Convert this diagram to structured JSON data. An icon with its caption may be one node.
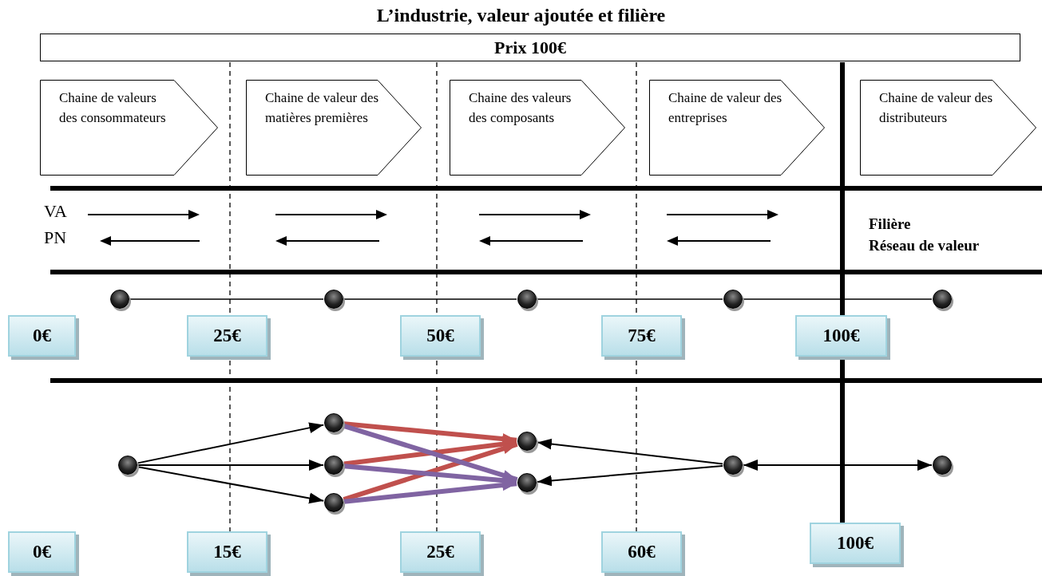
{
  "diagram": {
    "title": "L’industrie, valeur ajoutée et filière",
    "nodes": [
      {
        "text": [
          "Prix 100€"
        ]
      },
      {
        "text": [
          "Chaine de valeurs  des consommateurs"
        ]
      },
      {
        "text": [
          "Chaine de valeur des matières premières"
        ]
      },
      {
        "text": [
          "Chaine des valeurs des composants"
        ]
      },
      {
        "text": [
          "Chaine de valeur des entreprises"
        ]
      },
      {
        "text": [
          "Chaine de valeur des distributeurs"
        ]
      },
      {
        "text": [],
        "shape": "circle"
      },
      {
        "text": [],
        "shape": "circle"
      },
      {
        "text": [],
        "shape": "circle"
      },
      {
        "text": [],
        "shape": "circle"
      },
      {
        "text": [],
        "shape": "circle"
      },
      {
        "text": [
          "0€"
        ]
      },
      {
        "text": [
          "25€"
        ]
      },
      {
        "text": [
          "50€"
        ]
      },
      {
        "text": [
          "75€"
        ]
      },
      {
        "text": [
          "100€"
        ]
      },
      {
        "text": [],
        "shape": "circle"
      },
      {
        "text": [],
        "shape": "circle"
      },
      {
        "text": [],
        "shape": "circle"
      },
      {
        "text": [],
        "shape": "circle"
      },
      {
        "text": [],
        "shape": "circle"
      },
      {
        "text": [],
        "shape": "circle"
      },
      {
        "text": [],
        "shape": "circle"
      },
      {
        "text": [],
        "shape": "circle"
      },
      {
        "text": [
          "0€"
        ]
      },
      {
        "text": [
          "15€"
        ]
      },
      {
        "text": [
          "25€"
        ]
      },
      {
        "text": [
          "60€"
        ]
      },
      {
        "text": [
          "100€"
        ]
      }
    ],
    "edges": [
      {
        "from": 6,
        "to": 7,
        "arrow": "none"
      },
      {
        "from": 7,
        "to": 8,
        "arrow": "none"
      },
      {
        "from": 8,
        "to": 9,
        "arrow": "none"
      },
      {
        "from": 9,
        "to": 10,
        "arrow": "none"
      },
      {
        "from": 16,
        "to": 17,
        "arrow": "to"
      },
      {
        "from": 16,
        "to": 18,
        "arrow": "to"
      },
      {
        "from": 16,
        "to": 19,
        "arrow": "to"
      },
      {
        "from": 17,
        "to": 20,
        "arrow": "to",
        "style": "thick",
        "color": "#c0504d"
      },
      {
        "from": 18,
        "to": 20,
        "arrow": "to",
        "style": "thick",
        "color": "#c0504d"
      },
      {
        "from": 19,
        "to": 20,
        "arrow": "to",
        "style": "thick",
        "color": "#c0504d"
      },
      {
        "from": 17,
        "to": 21,
        "arrow": "to",
        "style": "thick",
        "color": "#8064a2"
      },
      {
        "from": 18,
        "to": 21,
        "arrow": "to",
        "style": "thick",
        "color": "#8064a2"
      },
      {
        "from": 19,
        "to": 21,
        "arrow": "to",
        "style": "thick",
        "color": "#8064a2"
      },
      {
        "from": 22,
        "to": 20,
        "arrow": "to"
      },
      {
        "from": 22,
        "to": 21,
        "arrow": "to"
      },
      {
        "from": 22,
        "to": 23,
        "arrow": "both"
      }
    ],
    "labels": [
      "VA",
      "PN",
      "Filière",
      "Réseau de valeur"
    ]
  }
}
